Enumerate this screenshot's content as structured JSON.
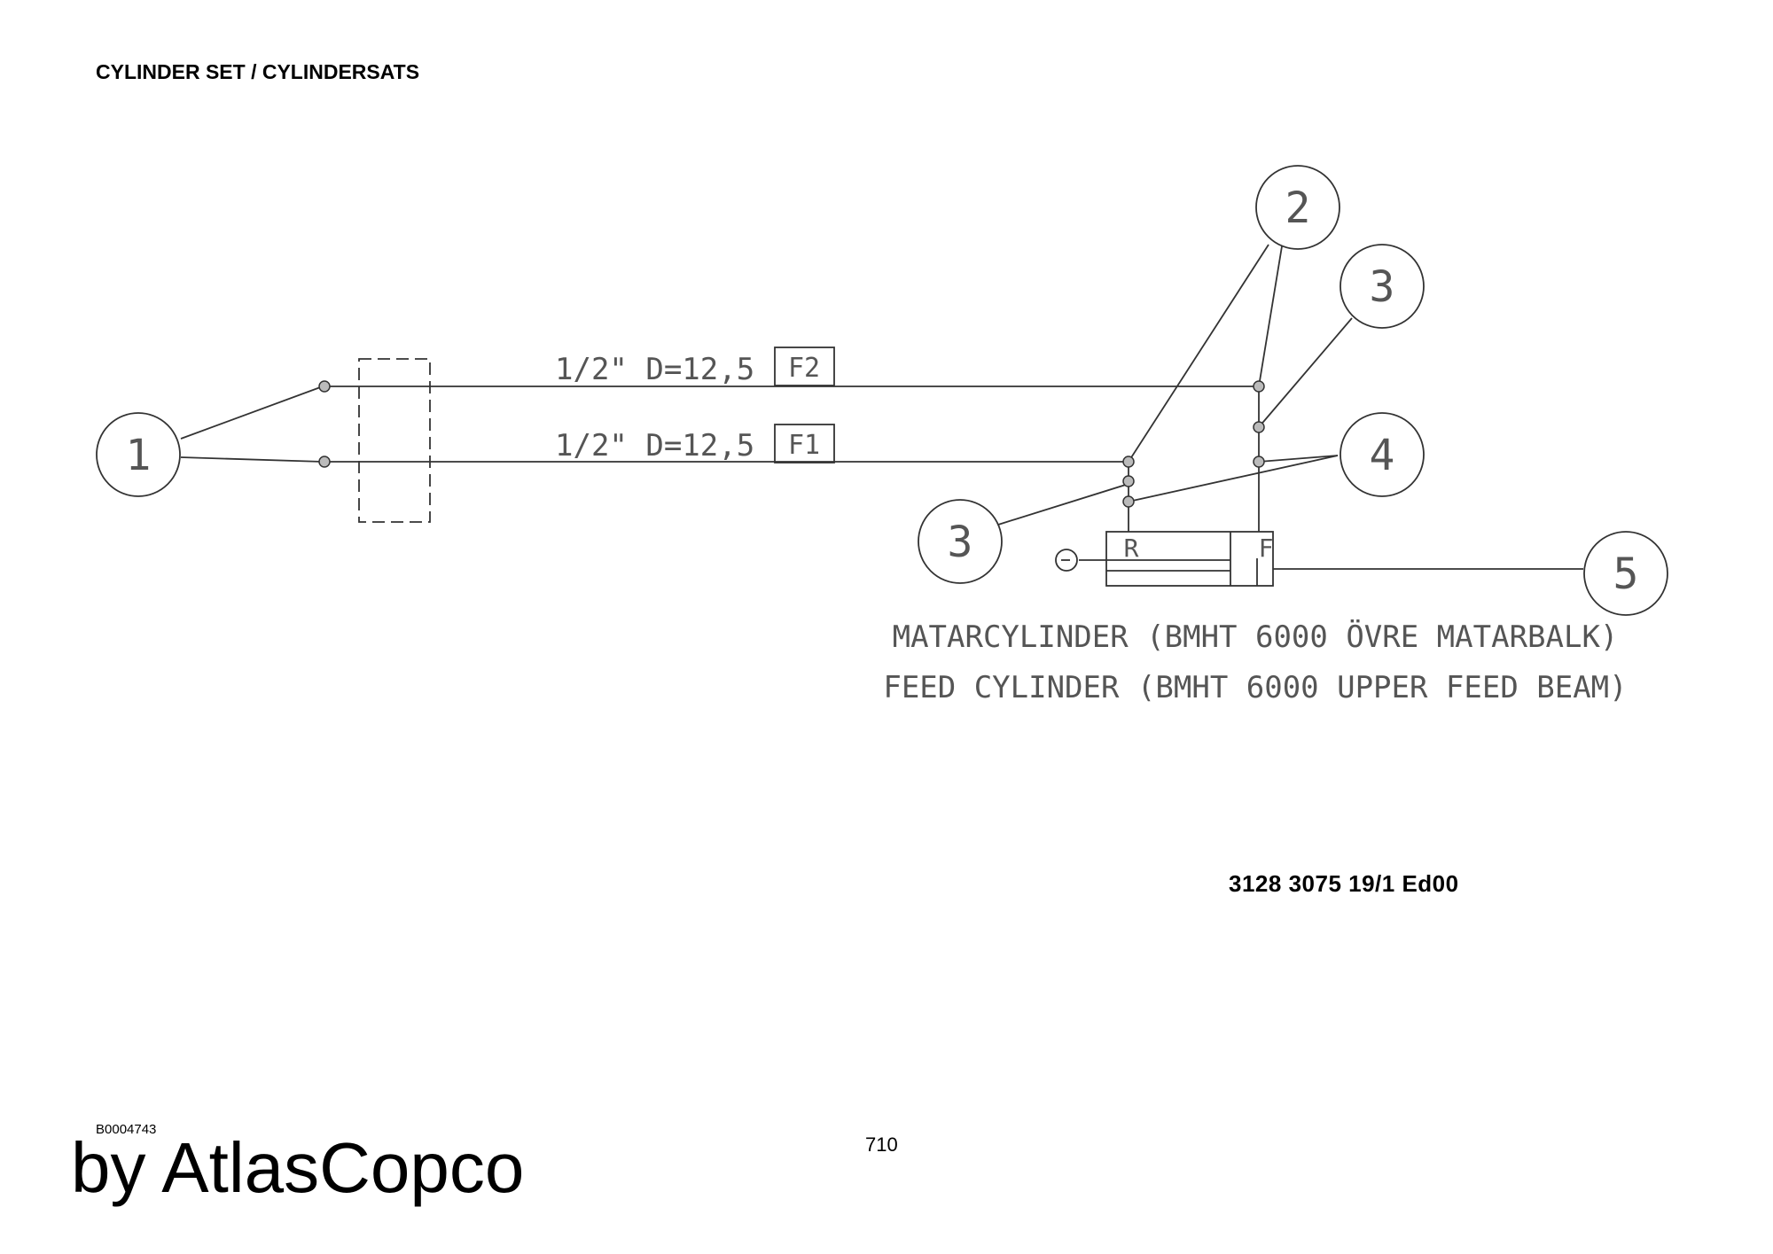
{
  "page": {
    "title": "CYLINDER SET / CYLINDERSATS",
    "drawing_number": "3128 3075 19/1  Ed00",
    "image_code": "B0004743",
    "page_number": "710",
    "brand": "by AtlasCopco"
  },
  "diagram": {
    "callouts": [
      "1",
      "2",
      "3",
      "3",
      "4",
      "5"
    ],
    "hose_f2": {
      "spec": "1/2\" D=12,5",
      "tag": "F2"
    },
    "hose_f1": {
      "spec": "1/2\" D=12,5",
      "tag": "F1"
    },
    "port_r": "R",
    "port_f": "F",
    "caption_swedish": "MATARCYLINDER (BMHT 6000 ÖVRE MATARBALK)",
    "caption_english": "FEED CYLINDER (BMHT 6000 UPPER FEED BEAM)"
  }
}
